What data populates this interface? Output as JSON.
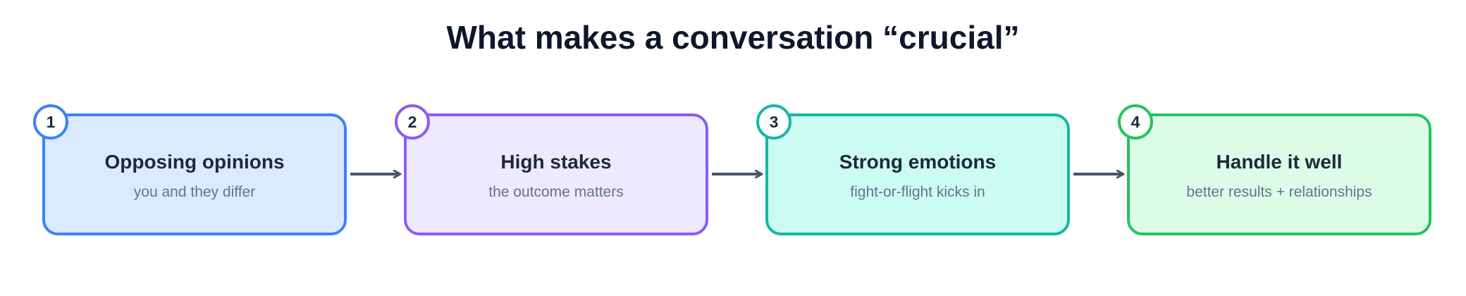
{
  "title": "What makes a conversation “crucial”",
  "steps": [
    {
      "number": "1",
      "title": "Opposing opinions",
      "subtitle": "you and they differ",
      "stroke": "#3b82f6",
      "fill": "#dbeafe"
    },
    {
      "number": "2",
      "title": "High stakes",
      "subtitle": "the outcome matters",
      "stroke": "#8b5cf6",
      "fill": "#ede9fe"
    },
    {
      "number": "3",
      "title": "Strong emotions",
      "subtitle": "fight-or-flight kicks in",
      "stroke": "#14b8a6",
      "fill": "#ccfbf1"
    },
    {
      "number": "4",
      "title": "Handle it well",
      "subtitle": "better results + relationships",
      "stroke": "#22c55e",
      "fill": "#dcfce7"
    }
  ],
  "colors": {
    "arrow": "#475569",
    "title": "#0f172a"
  }
}
